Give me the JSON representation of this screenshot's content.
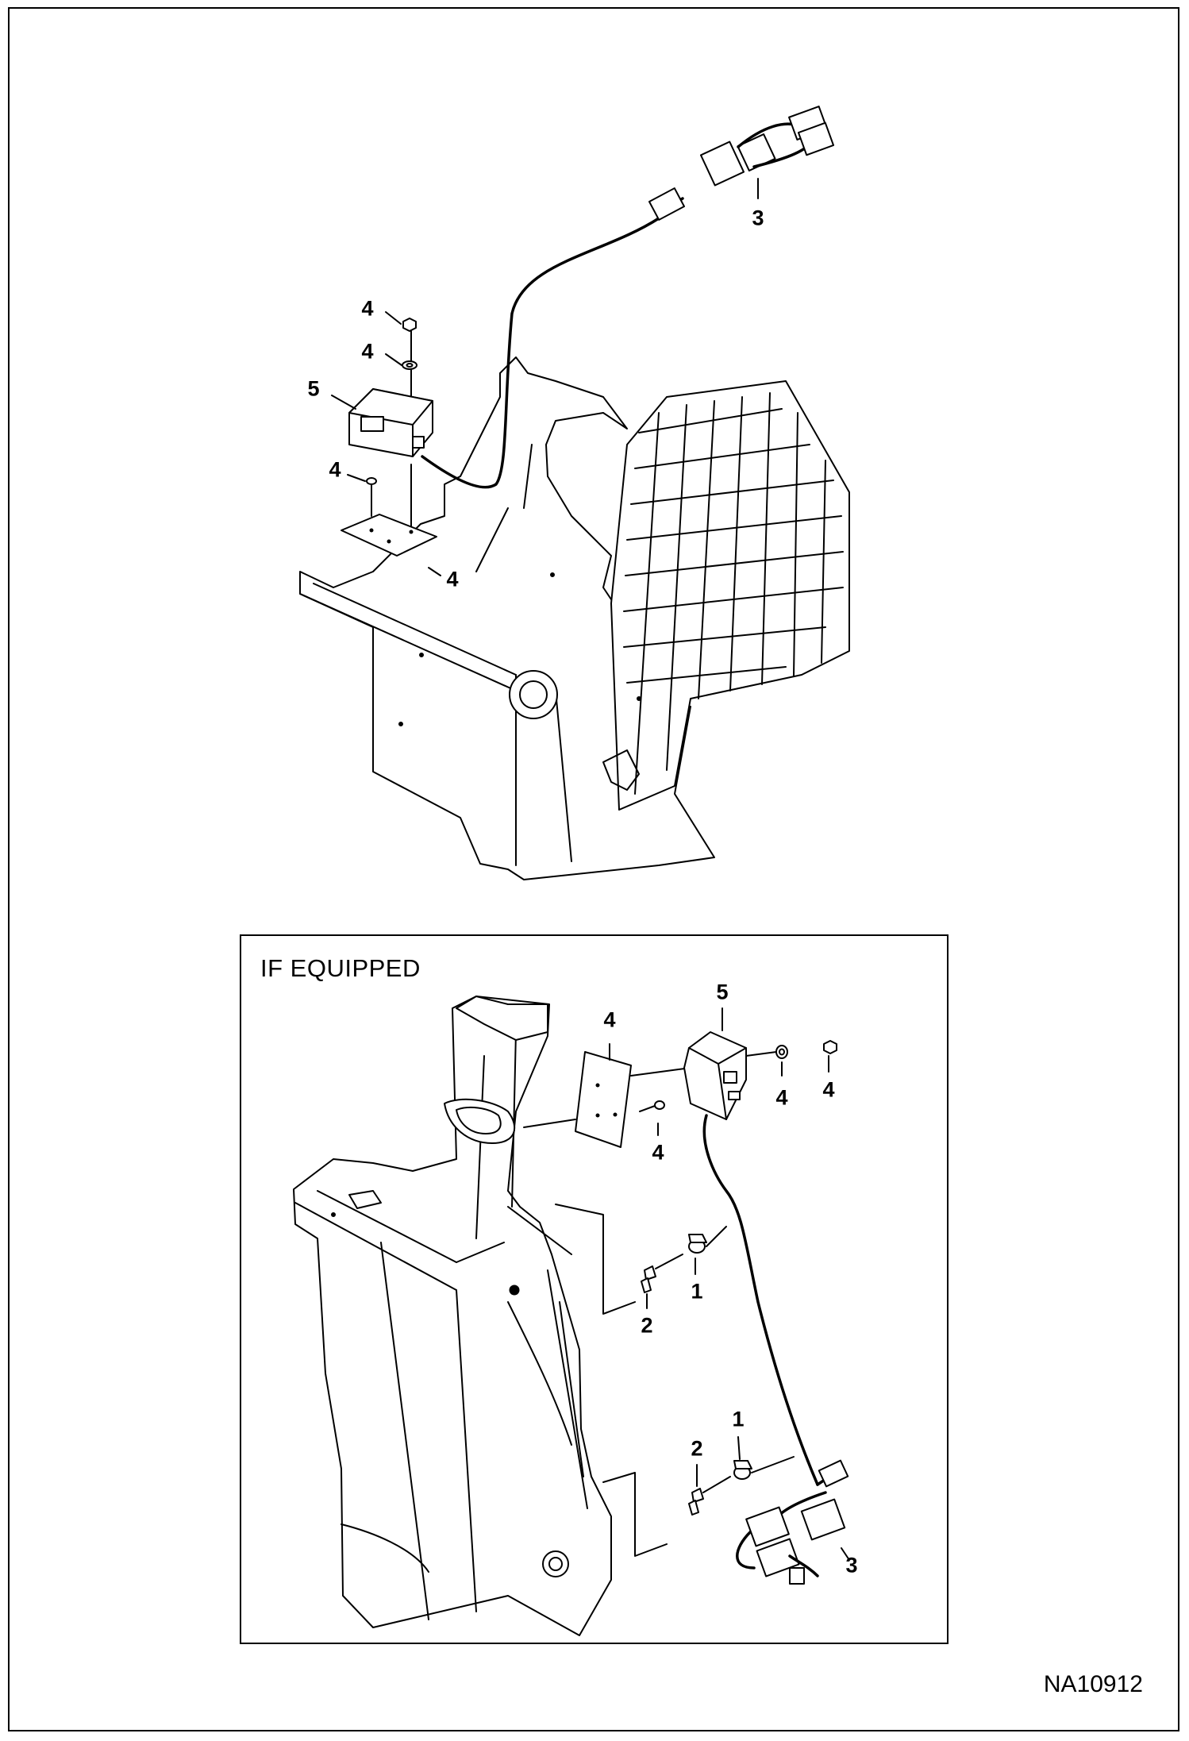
{
  "inset": {
    "title": "IF EQUIPPED"
  },
  "drawing_id": "NA10912",
  "callouts": {
    "top_harness": "3",
    "top_nut": "4",
    "top_washer": "4",
    "top_module": "5",
    "top_screw": "4",
    "top_plate": "4",
    "inset_plate": "4",
    "inset_module": "5",
    "inset_washer": "4",
    "inset_nut": "4",
    "inset_screw": "4",
    "inset_clip_upper": "1",
    "inset_fastener_upper": "2",
    "inset_clip_lower": "1",
    "inset_fastener_lower": "2",
    "inset_harness": "3"
  }
}
